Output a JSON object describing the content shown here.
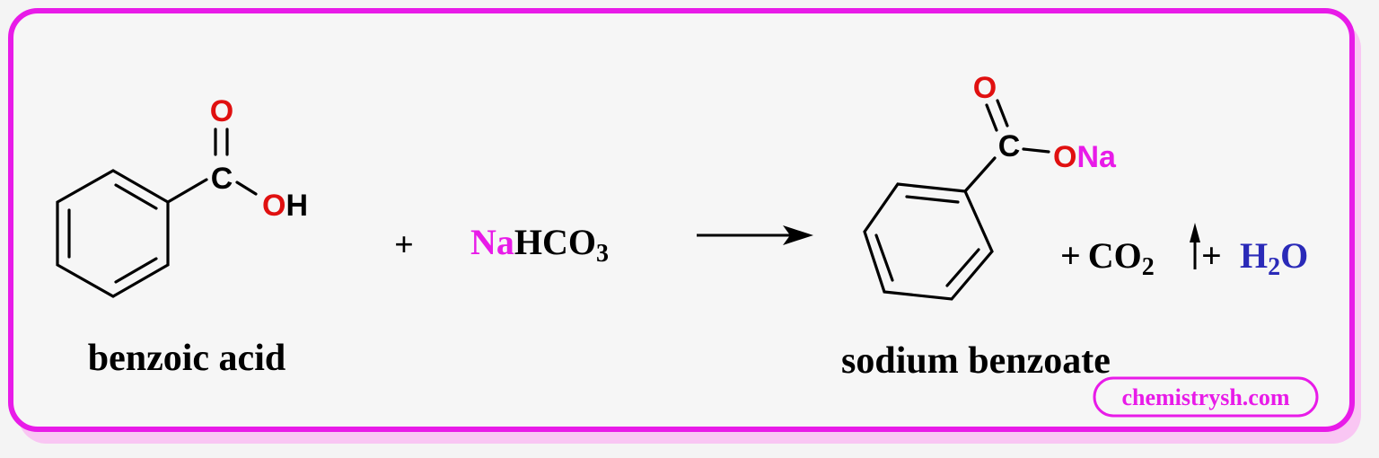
{
  "colors": {
    "frame": "#e81be8",
    "oxygen": "#e01010",
    "sodium": "#e81be8",
    "water": "#2a2ab8",
    "text": "#000000"
  },
  "reactant1": {
    "label": "benzoic acid",
    "atoms": {
      "carbonyl_o": "O",
      "carbon": "C",
      "hydroxyl_o": "O",
      "hydroxyl_h": "H"
    }
  },
  "plus1": "+",
  "reactant2": {
    "na": "Na",
    "hc": "HCO",
    "sub": "3"
  },
  "reaction_arrow": "right-arrow",
  "product1": {
    "label": "sodium benzoate",
    "atoms": {
      "carbonyl_o": "O",
      "carbon": "C",
      "ester_o": "O",
      "na": "Na"
    }
  },
  "product2": {
    "plus": "+",
    "co": "CO",
    "sub": "2",
    "gas_arrow": "up-arrow"
  },
  "product3": {
    "plus": "+",
    "h": "H",
    "sub": "2",
    "o": "O"
  },
  "watermark": "chemistrysh.com"
}
